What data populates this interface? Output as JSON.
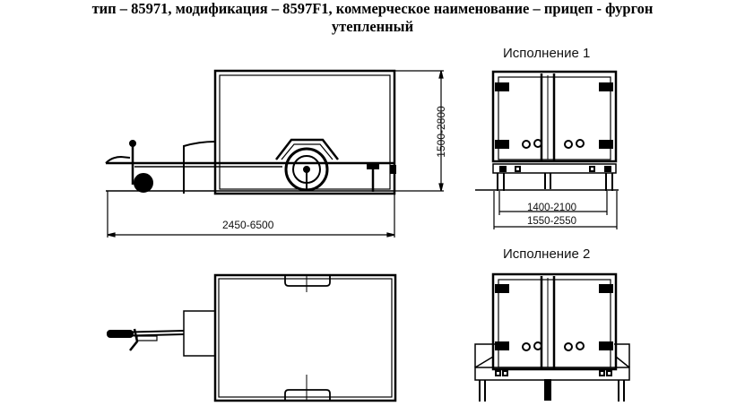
{
  "title": {
    "line1": "тип – 85971, модификация – 8597F1, коммерческое наименование – прицеп - фургон",
    "line2": "утепленный"
  },
  "side_view": {
    "length_dimension": "2450-6500",
    "height_dimension": "1500-2800"
  },
  "rear_view_1": {
    "label": "Исполнение 1",
    "track_dimension": "1400-2100",
    "width_dimension": "1550-2550"
  },
  "rear_view_2": {
    "label": "Исполнение 2"
  },
  "top_view": {}
}
